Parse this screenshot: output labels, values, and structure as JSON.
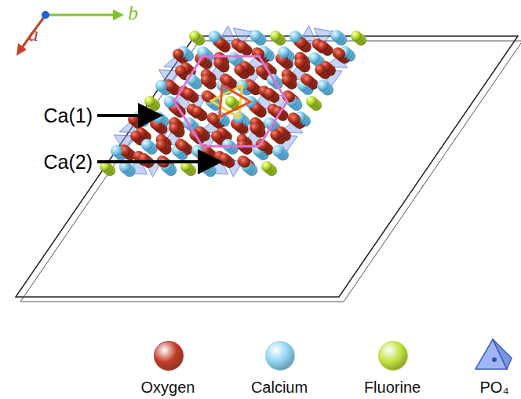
{
  "diagram": {
    "labels": [
      "a",
      "b",
      "Ca(1)",
      "Ca(2)"
    ],
    "legend": [
      {
        "text": "Oxygen",
        "color": "#c23a25"
      },
      {
        "text": "Calcium",
        "color": "#8fd3f0"
      },
      {
        "text": "Fluorine",
        "color": "#bfe23a"
      },
      {
        "text": "PO₄"
      }
    ]
  }
}
